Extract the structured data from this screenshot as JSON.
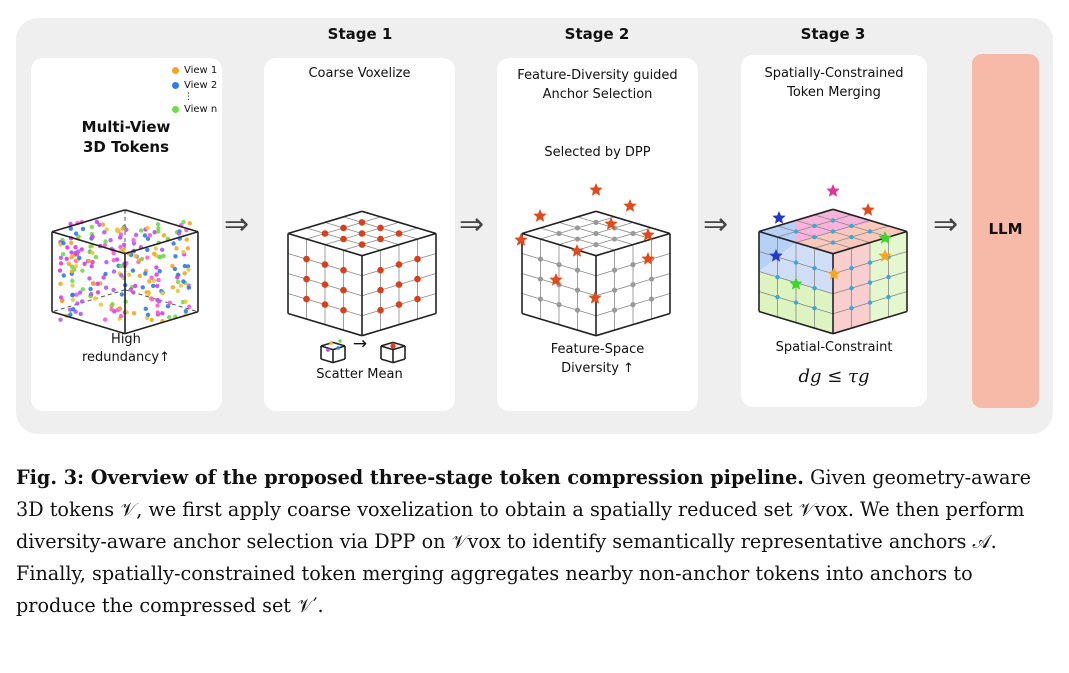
{
  "stages": [
    {
      "title": "Stage 1"
    },
    {
      "title": "Stage 2"
    },
    {
      "title": "Stage 3"
    }
  ],
  "panel0": {
    "legend": [
      {
        "label": "View 1",
        "color": "#f5a623"
      },
      {
        "label": "View 2",
        "color": "#2f7be8"
      },
      {
        "label": "View n",
        "color": "#6fdc4a"
      }
    ],
    "legend_ellipsis": "⋮",
    "title_line1": "Multi-View",
    "title_line2": "3D Tokens",
    "note_line1": "High",
    "note_line2": "redundancy↑"
  },
  "panel1": {
    "title": "Coarse Voxelize",
    "note": "Scatter Mean",
    "icon_arrow": "→"
  },
  "panel2": {
    "title_line1": "Feature-Diversity guided",
    "title_line2": "Anchor Selection",
    "subtitle": "Selected by DPP",
    "note_line1": "Feature-Space",
    "note_line2": "Diversity ↑"
  },
  "panel3": {
    "title_line1": "Spatially-Constrained",
    "title_line2": "Token Merging",
    "note": "Spatial-Constraint",
    "formula": "dg ≤ τg"
  },
  "arrow_glyph": "⇒",
  "llm_label": "LLM",
  "caption": {
    "fig_label": "Fig. 3: Overview of the proposed three-stage token compression pipeline.",
    "body": "Given geometry-aware 3D tokens 𝒱, we first apply coarse voxelization to obtain a spatially reduced set 𝒱vox. We then perform diversity-aware anchor selection via DPP on 𝒱vox to identify semantically representative anchors 𝒜. Finally, spatially-constrained token merging aggregates nearby non-anchor tokens into anchors to produce the compressed set 𝒱′."
  }
}
